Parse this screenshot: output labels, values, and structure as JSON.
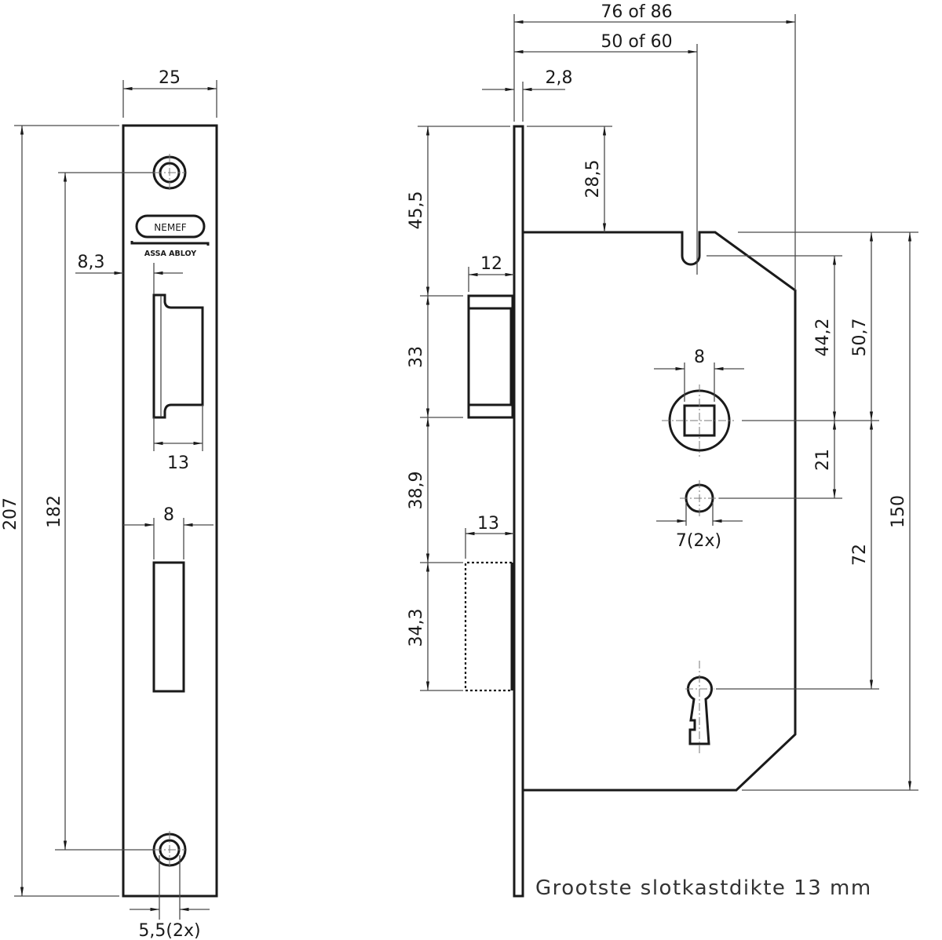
{
  "drawing": {
    "type": "mortise lock technical drawing",
    "brand": {
      "logo_text": "NEMEF",
      "sub_text": "ASSA ABLOY"
    },
    "front_plate_view": {
      "dimensions": {
        "width": "25",
        "height": "207",
        "hole_spacing": "182",
        "latch_offset": "8,3",
        "latch_width": "13",
        "bolt_width": "8",
        "screw_hole": "5,5(2x)"
      }
    },
    "side_view": {
      "dimensions": {
        "backset_max": "76 of 86",
        "backset": "50 of 60",
        "plate_thickness": "2,8",
        "top_to_case": "28,5",
        "top_to_latch": "45,5",
        "latch_projection": "12",
        "latch_height": "33",
        "latch_to_bolt": "38,9",
        "bolt_projection": "13",
        "bolt_height": "34,3",
        "spindle_size": "8",
        "follower_to_notch": "44,2",
        "case_top_to_follower": "50,7",
        "follower_to_hole": "21",
        "follower_to_keyhole": "72",
        "case_height": "150",
        "fixing_hole": "7(2x)"
      }
    },
    "note": "Grootste slotkastdikte 13 mm"
  }
}
